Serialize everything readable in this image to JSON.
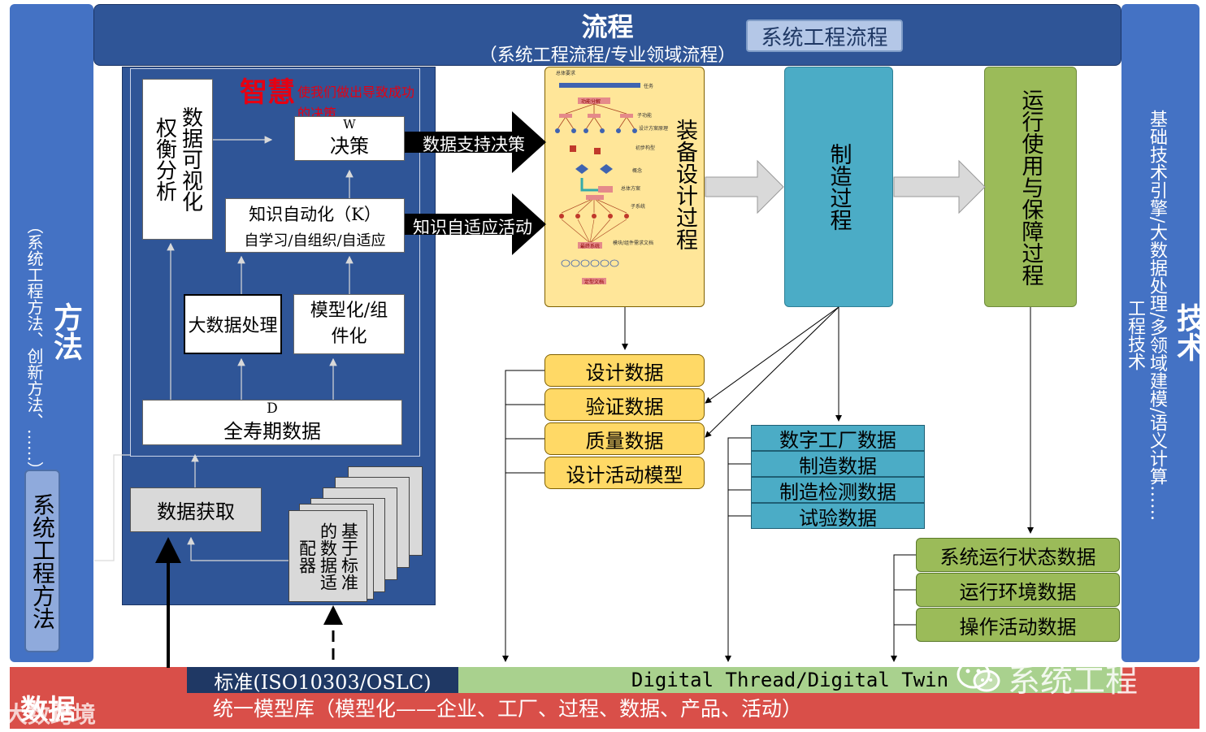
{
  "process": {
    "title": "流程",
    "subtitle": "（系统工程流程/专业领域流程）",
    "tag": "系统工程流程"
  },
  "method": {
    "title": "方法",
    "subtitle": "（系统工程方法、创新方法、……）",
    "tag": "系统工程方法"
  },
  "technology": {
    "title": "技术",
    "subtitle": "基础技术引擎/大数据处理/多领域建模/语义计算……",
    "small": "工程技术"
  },
  "data_layer": {
    "title": "数据",
    "standard": "标准(ISO10303/OSLC)",
    "digital": "Digital Thread/Digital Twin",
    "repository": "统一模型库（模型化——企业、工厂、过程、数据、产品、活动）"
  },
  "watermarks": {
    "wechat": "系统工程",
    "source": "大数跨境"
  },
  "pyramid": {
    "visualization": "数据可视化",
    "tradeoff": "权衡分析",
    "wisdom": "智慧",
    "wisdom_note": "使我们做出导致成功的决策",
    "decision_key": "W",
    "decision": "决策",
    "knowledge": "知识自动化（K）",
    "knowledge_sub": "自学习/自组织/自适应",
    "bigdata": "大数据处理",
    "modeling": "模型化/组件化",
    "data_key": "D",
    "lifecycle_data": "全寿期数据",
    "acquisition": "数据获取",
    "adapter": "基于标准的数据适配器"
  },
  "arrows": {
    "decision_support": "数据支持决策",
    "knowledge_adaptive": "知识自适应活动"
  },
  "phases": {
    "equipment": "装备设计过程",
    "manufacturing": "制造过程",
    "operation": "运行使用与保障过程"
  },
  "thumbnail": {
    "labels": [
      "总体要求",
      "任务",
      "功能分解",
      "子功能",
      "设计方案原理",
      "初步构型",
      "概念",
      "总体方案",
      "子系统",
      "最终系统",
      "模块/组件需求文档",
      "定型文档"
    ]
  },
  "design_data": [
    "设计数据",
    "验证数据",
    "质量数据",
    "设计活动模型"
  ],
  "mfg_data": [
    "数字工厂数据",
    "制造数据",
    "制造检测数据",
    "试验数据"
  ],
  "ops_data": [
    "系统运行状态数据",
    "运行环境数据",
    "操作活动数据"
  ],
  "colors": {
    "navy": "#2f5597",
    "blue": "#4472c4",
    "red": "#d94f49",
    "yellow": "#ffd966",
    "teal": "#4bacc6",
    "green": "#9bbb59"
  }
}
